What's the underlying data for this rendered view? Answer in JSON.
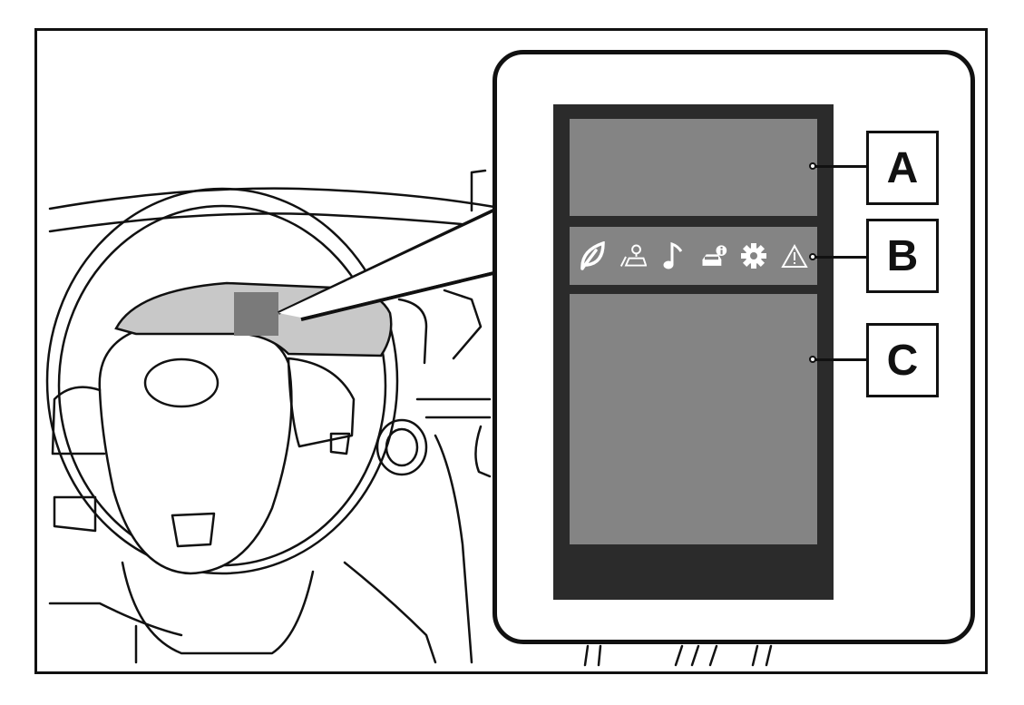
{
  "labels": {
    "a": "A",
    "b": "B",
    "c": "C"
  },
  "icons": [
    "eco-leaf-icon",
    "driving-assist-icon",
    "audio-note-icon",
    "vehicle-info-icon",
    "settings-gear-icon",
    "warning-triangle-icon"
  ],
  "colors": {
    "display_bezel": "#2b2b2b",
    "display_area": "#848484",
    "line": "#111111"
  }
}
